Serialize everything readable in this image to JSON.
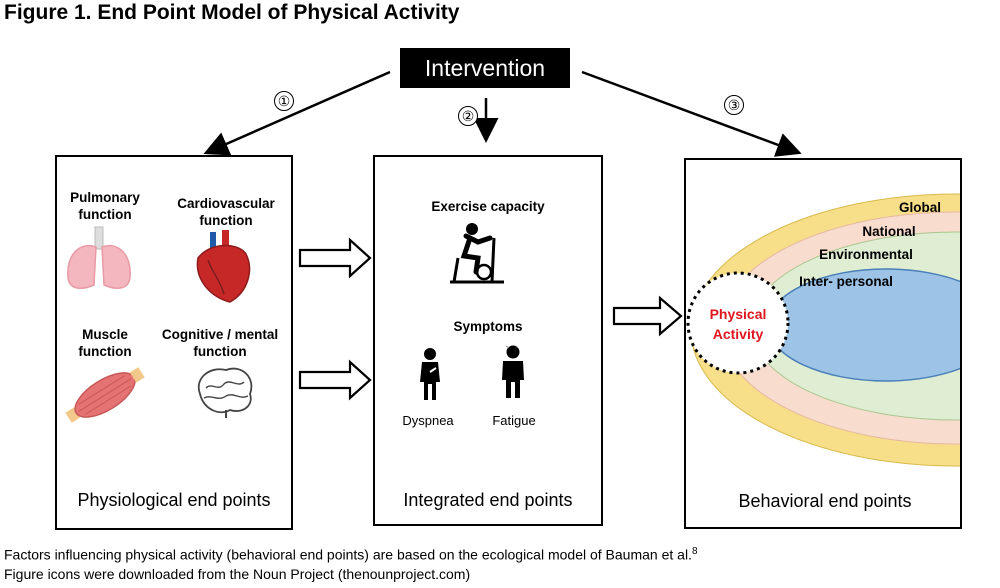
{
  "title": "Figure 1. End Point Model of Physical Activity",
  "intervention": "Intervention",
  "steps": [
    "①",
    "②",
    "③"
  ],
  "boxes": {
    "physiological": {
      "label": "Physiological end points",
      "items": {
        "pulmonary": "Pulmonary\nfunction",
        "cardiovascular": "Cardiovascular\nfunction",
        "muscle": "Muscle\nfunction",
        "cognitive": "Cognitive / mental\nfunction"
      }
    },
    "integrated": {
      "label": "Integrated end points",
      "exercise_capacity": "Exercise capacity",
      "symptoms": "Symptoms",
      "dyspnea": "Dyspnea",
      "fatigue": "Fatigue"
    },
    "behavioral": {
      "label": "Behavioral end points",
      "levels": [
        "Global",
        "National",
        "Environmental",
        "Inter- personal"
      ],
      "center_line1": "Physical",
      "center_line2": "Activity"
    }
  },
  "footer": {
    "line1": "Factors influencing physical activity (behavioral end points) are based on the ecological model of Bauman et al.",
    "superscript": "8",
    "line2": "Figure icons were downloaded from the Noun Project (thenounproject.com)"
  },
  "colors": {
    "global": "#f7df8a",
    "national": "#f8dccd",
    "environmental": "#dfedd2",
    "interpersonal": "#9dc3e6",
    "center_text": "#e0161f",
    "heart": "#c62828",
    "lung": "#f4b6bf",
    "muscle": "#e57373"
  }
}
